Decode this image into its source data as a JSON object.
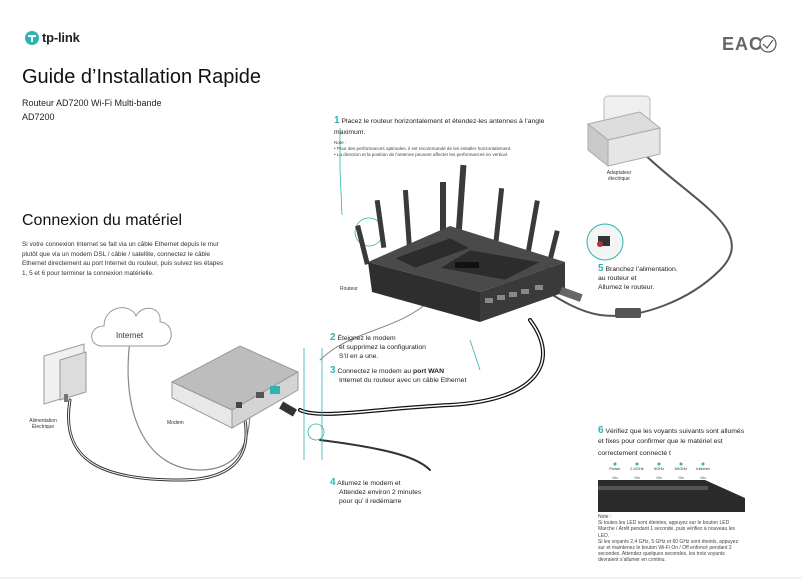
{
  "brand": {
    "name": "tp-link",
    "accent": "#2fb3b0"
  },
  "header": {
    "title": "Guide d’Installation Rapide",
    "subtitle_line1": "Routeur AD7200 Wi-Fi Multi-bande",
    "subtitle_line2": "AD7200",
    "cert_marks": "EAC"
  },
  "hardware": {
    "heading": "Connexion du matériel",
    "intro": [
      "Si votre connexion Internet se fait via un câble Ethernet depuis le mur",
      "plutôt que via un modem DSL / câble / satellite, connectez le câble",
      "Ethernet directement au port Internet du routeur, puis suivez les étapes",
      "1, 5 et 6 pour terminer la connexion matérielle."
    ]
  },
  "steps": {
    "s1": {
      "num": "1",
      "line1": "Placez le routeur horizontalement et étendez-les antennes à l’angle",
      "line2": "maximum.",
      "note_label": "Note :",
      "note1": "Pour des performances optimales, il est recommandé de les installer horizontalement.",
      "note2": "La direction et la position de l’antenne peuvent affecter les performances en vertical."
    },
    "s2": {
      "num": "2",
      "line1": "Éteignez le modem",
      "line2": "et supprimez la  configuration",
      "line3": "S’il en a une."
    },
    "s3": {
      "num": "3",
      "line1_pre": "Connectez le modem au ",
      "line1_bold": "port WAN",
      "line2": "Internet du routeur avec un câble Ethernet"
    },
    "s4": {
      "num": "4",
      "line1": "Allumez le modem et",
      "line2": "Attendez environ 2 minutes",
      "line3": "pour qu’ il redémarre"
    },
    "s5": {
      "num": "5",
      "line1": "Branchez l’alimentation.",
      "line2": "au routeur et",
      "line3": "Allumez le routeur."
    },
    "s6": {
      "num": "6",
      "line1": "Vérifiez que les voyants suivants sont allumés",
      "line2": "et fixes pour confirmer que le matériel est",
      "line3": "correctement connecté t",
      "note_label": "Note :",
      "note_lines": [
        "Si toutes les LED sont éteintes, appuyez sur le bouton LED",
        "Marche / Arrêt pendant 1 seconde, puis vérifiez à nouveau les",
        "LED.",
        "Si les voyants 2,4 GHz, 5 GHz et 60 GHz sont éteints, appuyez",
        "sur et maintenez le bouton Wi-Fi On / Off enfoncé pendant 2",
        "secondes. Attendez quelques secondes, les trois voyants",
        "devraient s’allumer en continu."
      ]
    }
  },
  "labels": {
    "adapter": [
      "Adaptateur",
      "électrique"
    ],
    "router": "Routeur",
    "internet": "Internet",
    "modem": "Modem",
    "power": [
      "Alimentation",
      "Électrique"
    ]
  },
  "leds": [
    {
      "name": "Power",
      "state": "On"
    },
    {
      "name": "2.4GHz",
      "state": "On"
    },
    {
      "name": "5GHz",
      "state": "On"
    },
    {
      "name": "60GHz",
      "state": "On"
    },
    {
      "name": "Internet",
      "state": "On"
    }
  ]
}
